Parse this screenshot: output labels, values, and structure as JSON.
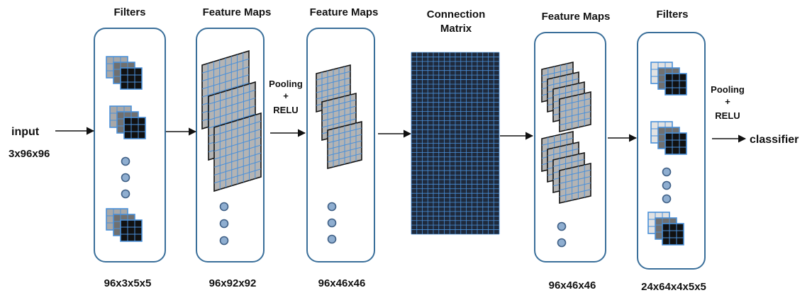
{
  "input": {
    "label": "input",
    "dims": "3x96x96"
  },
  "stages": [
    {
      "title": "Filters",
      "dims": "96x3x5x5"
    },
    {
      "title": "Feature Maps",
      "dims": "96x92x92"
    },
    {
      "title": "Feature Maps",
      "dims": "96x46x46"
    },
    {
      "title": "Connection Matrix",
      "dims": ""
    },
    {
      "title": "Feature Maps",
      "dims": "96x46x46"
    },
    {
      "title": "Filters",
      "dims": "24x64x4x5x5"
    }
  ],
  "pooling_1": {
    "line1": "Pooling",
    "line2": "+",
    "line3": "RELU"
  },
  "pooling_2": {
    "line1": "Pooling",
    "line2": "+",
    "line3": "RELU"
  },
  "output": {
    "label": "classifier"
  },
  "colors": {
    "box_border": "#3a6f9a",
    "grid_line": "#4a90d9",
    "matrix_fill": "#1f2a3c",
    "map_fill": "#b4b4b4",
    "dot_fill": "#8faed0",
    "dot_stroke": "#3f5f85",
    "dark_fill": "#111111",
    "mid_fill": "#707070",
    "light_fill": "#a8a8a8"
  }
}
